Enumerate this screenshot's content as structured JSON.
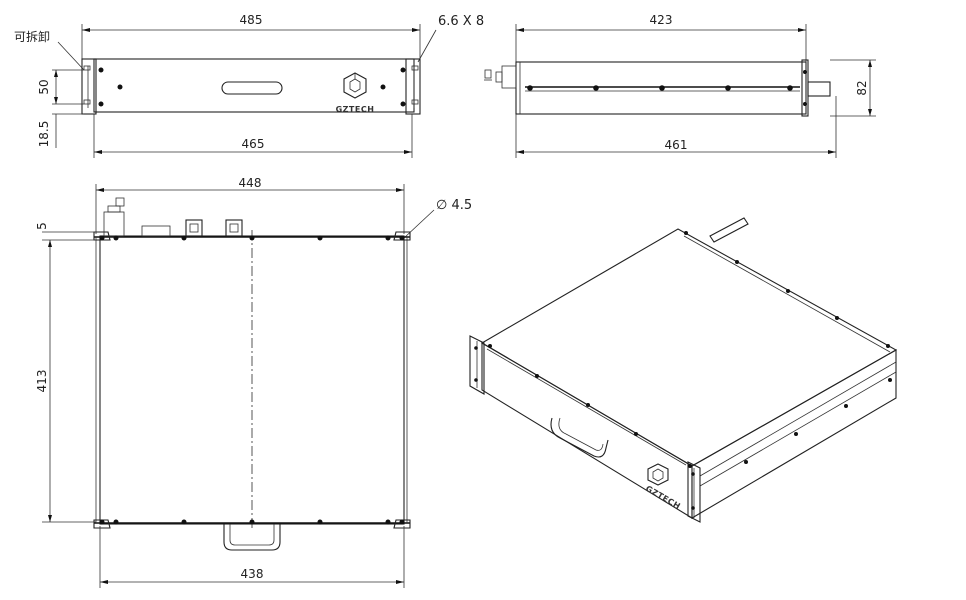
{
  "front_view": {
    "width_top": "485",
    "width_bottom": "465",
    "height_left": "50",
    "height_bottom_left": "18.5",
    "hole_note": "6.6 X 8",
    "detachable_label": "可拆卸",
    "brand": "GZTECH"
  },
  "side_view": {
    "width_top": "423",
    "width_bottom": "461",
    "height_right": "82"
  },
  "top_view": {
    "width_top": "448",
    "width_bottom": "438",
    "height_left": "413",
    "offset_left": "5",
    "hole_note": "∅ 4.5"
  },
  "iso_view": {
    "brand": "GZTECH"
  }
}
